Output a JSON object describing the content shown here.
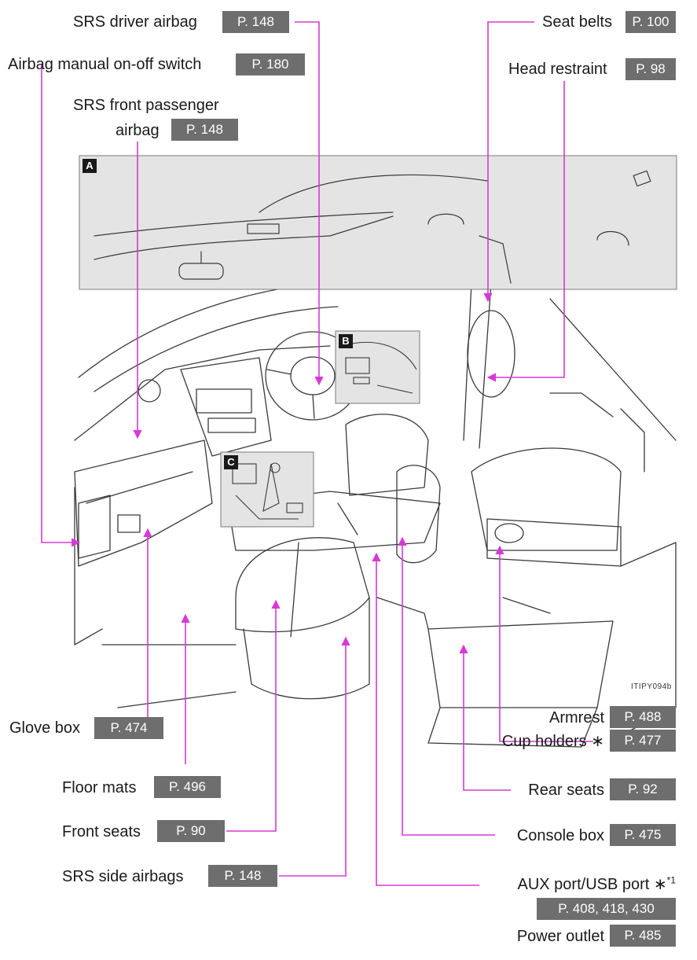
{
  "colors": {
    "leader": "#d63ad6",
    "ref_box": "#6e6e6e",
    "inset_band": "#e4e4e4"
  },
  "labels": {
    "srs_driver_airbag": {
      "text": "SRS driver airbag",
      "page": "P. 148"
    },
    "airbag_switch": {
      "text": "Airbag manual on-off switch",
      "page": "P. 180"
    },
    "srs_front_passenger_line1": "SRS front passenger",
    "srs_front_passenger_line2": "airbag",
    "srs_front_passenger_page": "P. 148",
    "seat_belts": {
      "text": "Seat belts",
      "page": "P. 100"
    },
    "head_restraint": {
      "text": "Head restraint",
      "page": "P. 98"
    },
    "glove_box": {
      "text": "Glove box",
      "page": "P. 474"
    },
    "floor_mats": {
      "text": "Floor mats",
      "page": "P. 496"
    },
    "front_seats": {
      "text": "Front seats",
      "page": "P. 90"
    },
    "srs_side_airbags": {
      "text": "SRS side airbags",
      "page": "P. 148"
    },
    "armrest": {
      "text": "Armrest",
      "page": "P. 488"
    },
    "cup_holders": {
      "text": "Cup holders ∗",
      "page": "P. 477"
    },
    "rear_seats": {
      "text": "Rear seats",
      "page": "P. 92"
    },
    "console_box": {
      "text": "Console box",
      "page": "P. 475"
    },
    "aux_usb": {
      "text": "AUX port/USB port ∗",
      "sup": "*1",
      "pages": "P. 408, 418, 430"
    },
    "power_outlet": {
      "text": "Power outlet",
      "page": "P. 485"
    }
  },
  "insets": {
    "a": "A",
    "b": "B",
    "c": "C"
  },
  "figure_code": "ITIPY094b"
}
